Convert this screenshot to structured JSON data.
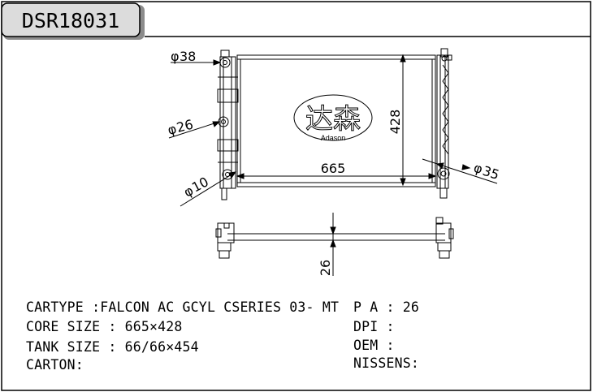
{
  "header": {
    "model_code": "DSR18031"
  },
  "logo": {
    "chinese": "达森",
    "latin": "Adason"
  },
  "dimensions": {
    "inlet_diameter": "38",
    "side_port_diameter": "26",
    "bottom_port_diameter": "10",
    "outlet_diameter": "35",
    "core_width": "665",
    "core_height": "428",
    "tank_thickness": "26",
    "diameter_symbol": "φ"
  },
  "specs": {
    "cartype": "CARTYPE :FALCON AC GCYL CSERIES 03- MT",
    "core_size": "CORE SIZE : 665×428",
    "tank_size": "TANK SIZE : 66/66×454",
    "carton": "CARTON:",
    "pa": "P A : 26",
    "dpi": "DPI :",
    "oem": "OEM :",
    "nissens": "NISSENS:"
  }
}
